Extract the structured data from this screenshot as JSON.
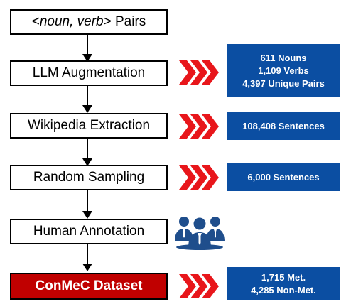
{
  "steps": {
    "pairs": {
      "open": "<",
      "noun_verb": "noun, verb",
      "close": ">",
      "suffix": " Pairs"
    },
    "llm_augmentation": "LLM Augmentation",
    "wikipedia_extraction": "Wikipedia Extraction",
    "random_sampling": "Random Sampling",
    "human_annotation": "Human Annotation",
    "dataset": "ConMeC Dataset"
  },
  "stats": {
    "augmentation": [
      "611 Nouns",
      "1,109 Verbs",
      "4,397 Unique Pairs"
    ],
    "extraction": "108,408 Sentences",
    "sampling": "6,000 Sentences",
    "dataset": [
      "1,715 Met.",
      "4,285 Non-Met."
    ]
  },
  "icons": {
    "chevron": "triple-chevron-right-icon",
    "people": "people-group-icon"
  },
  "colors": {
    "chevron": "#e8161b",
    "stat_box": "#0b4ea2",
    "dataset_box": "#c00000"
  }
}
